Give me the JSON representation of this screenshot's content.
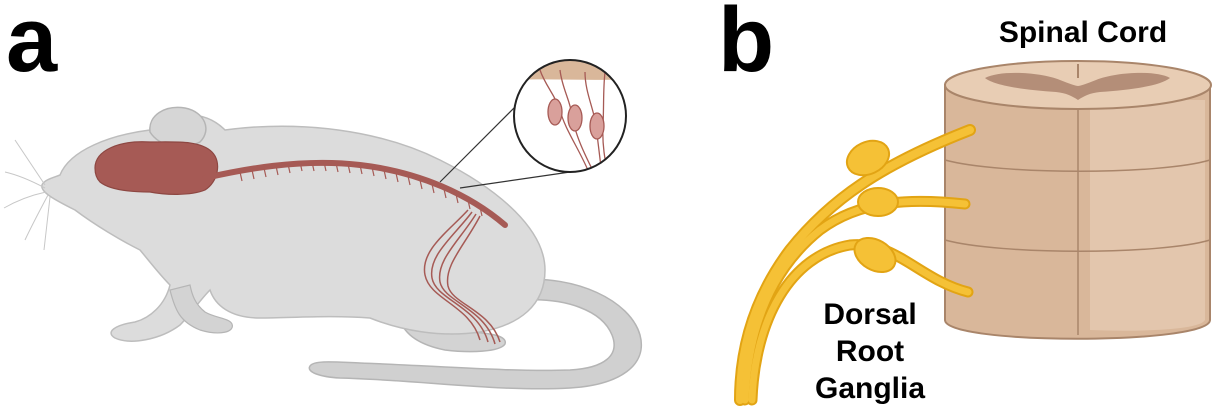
{
  "panels": {
    "a": {
      "letter": "a"
    },
    "b": {
      "letter": "b",
      "spinal_cord_label": "Spinal Cord",
      "drg_label_lines": [
        "Dorsal",
        "Root",
        "Ganglia"
      ]
    }
  },
  "colors": {
    "mouse_body": "#dcdcdc",
    "mouse_outline": "#bdbdbd",
    "nervous_system": "#a65a55",
    "nerve_fill": "#d9a09b",
    "spinal_cord": "#d9b79a",
    "spinal_cord_outline": "#a9856a",
    "grey_matter": "#b48e78",
    "ganglia": "#f5c136",
    "ganglia_outline": "#e2a414"
  }
}
